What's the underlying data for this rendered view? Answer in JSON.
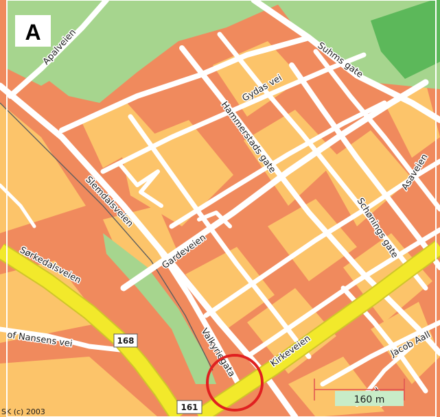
{
  "panel_label": "A",
  "streets": {
    "apalveien": "Apalveien",
    "gydas_vei": "Gydas vei",
    "suhms_gate": "Suhms gate",
    "hammerstads_gate": "Hammerstads gate",
    "slemdalsveien": "Slemdalsveien",
    "asaveien": "Asaveien",
    "gardeveien": "Gardeveien",
    "schonings_gate": "Schønings gate",
    "sorkedalsveien": "Sørkedalsveien",
    "nansens_vei": "of Nansens vei",
    "valkyriegata": "Valkyriegata",
    "kirkeveien": "Kirkeveien",
    "jacob_aall": "Jacob Aall",
    "trud": "Trud"
  },
  "road_numbers": {
    "rv168": "168",
    "rv161": "161"
  },
  "scale": {
    "label": "160 m",
    "distance_m": 160
  },
  "copyright": "SK (c) 2003",
  "colors": {
    "buildings": "#f08a5d",
    "residential": "#fcc46a",
    "park": "#a6d58e",
    "dark_park": "#5cb85a",
    "main_road": "#f2e92b",
    "marker": "#e02020",
    "scale": "#e05050"
  }
}
